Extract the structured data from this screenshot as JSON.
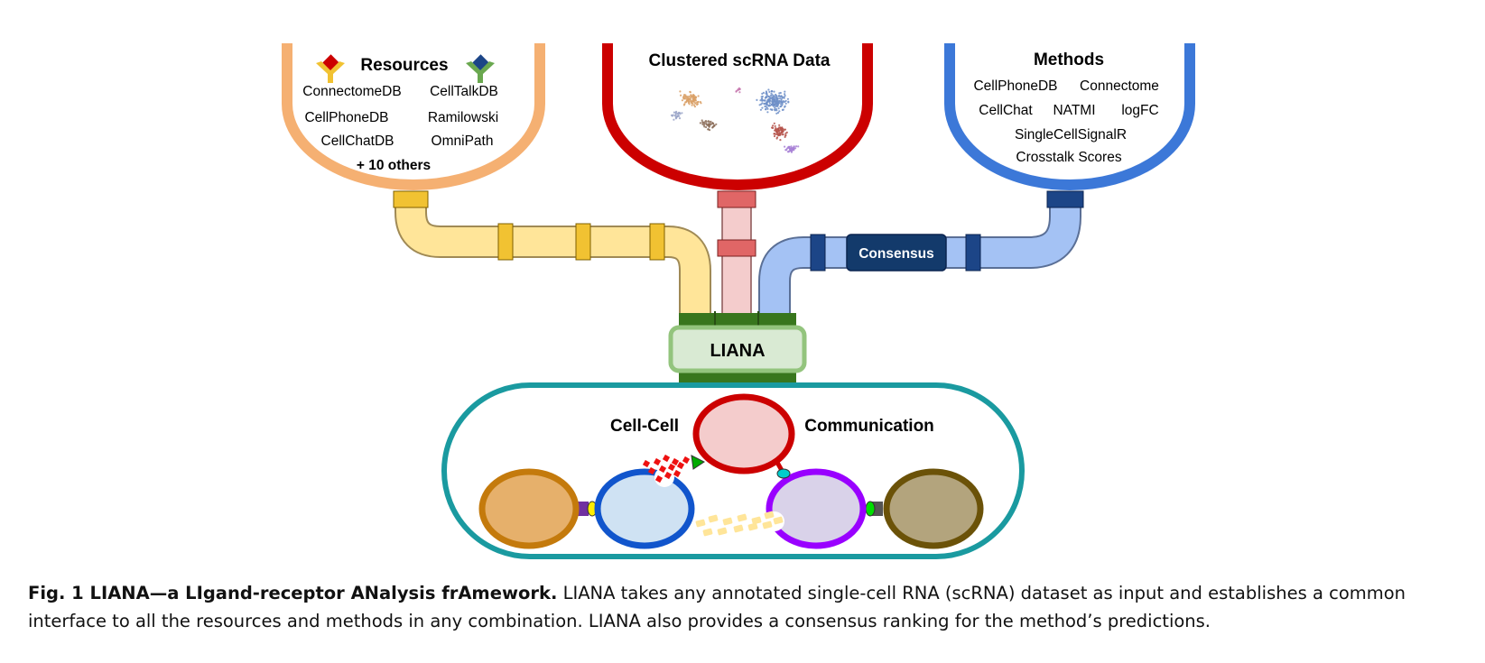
{
  "resources": {
    "title": "Resources",
    "items": [
      "ConnectomeDB",
      "CellTalkDB",
      "CellPhoneDB",
      "Ramilowski",
      "CellChatDB",
      "OmniPath"
    ],
    "extra": "+ 10 others"
  },
  "data_input": {
    "title": "Clustered scRNA Data"
  },
  "methods": {
    "title": "Methods",
    "items": [
      "CellPhoneDB",
      "Connectome",
      "CellChat",
      "NATMI",
      "logFC",
      "SingleCellSignalR",
      "Crosstalk Scores"
    ]
  },
  "consensus": {
    "label": "Consensus"
  },
  "liana": {
    "label": "LIANA"
  },
  "communication": {
    "left_label": "Cell-Cell",
    "right_label": "Communication"
  },
  "caption": {
    "lead": "Fig. 1 LIANA—a LIgand-receptor ANalysis frAmework.",
    "text": " LIANA takes any annotated single-cell RNA (scRNA) dataset as input and establishes a common interface to all the resources and methods in any combination. LIANA also provides a consensus ranking for the method’s predictions."
  },
  "colors": {
    "resources": "#f5b072",
    "data": "#cc0000",
    "methods": "#3c78d8",
    "liana_dark": "#38761d",
    "liana_light": "#d9ead3",
    "communication_border": "#1a9aa0"
  }
}
